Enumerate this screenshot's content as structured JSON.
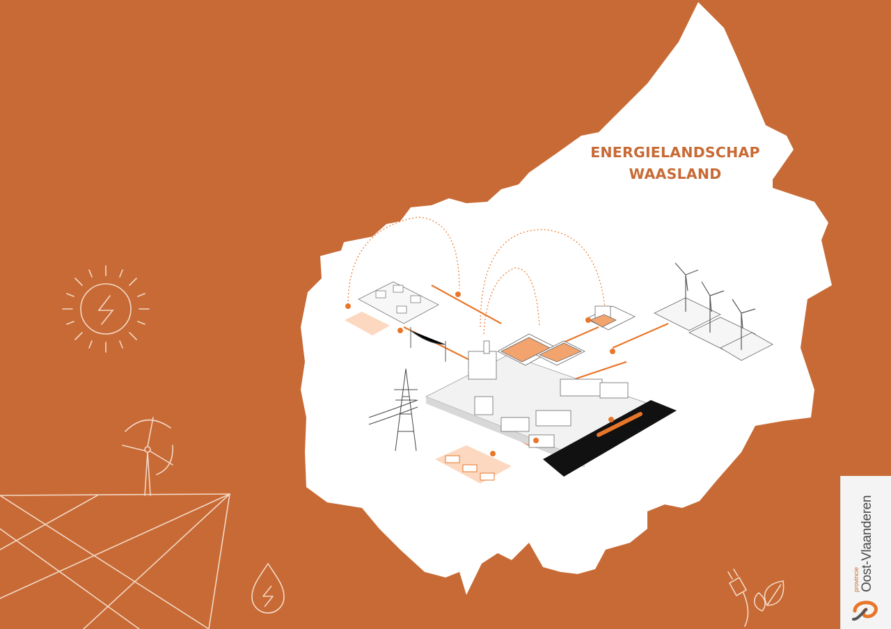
{
  "title": {
    "line1": "ENERGIELANDSCHAP",
    "line2": "WAASLAND"
  },
  "logo": {
    "sub": "provincie",
    "name": "Oost-Vlaanderen"
  },
  "colors": {
    "background": "#c86a35",
    "map": "#ffffff",
    "accent": "#e8762a",
    "line": "#f3d9c7"
  },
  "decorations": [
    "sun-bolt-icon",
    "wind-turbine-icon",
    "drop-bolt-icon",
    "plug-icon",
    "leaf-icon"
  ]
}
